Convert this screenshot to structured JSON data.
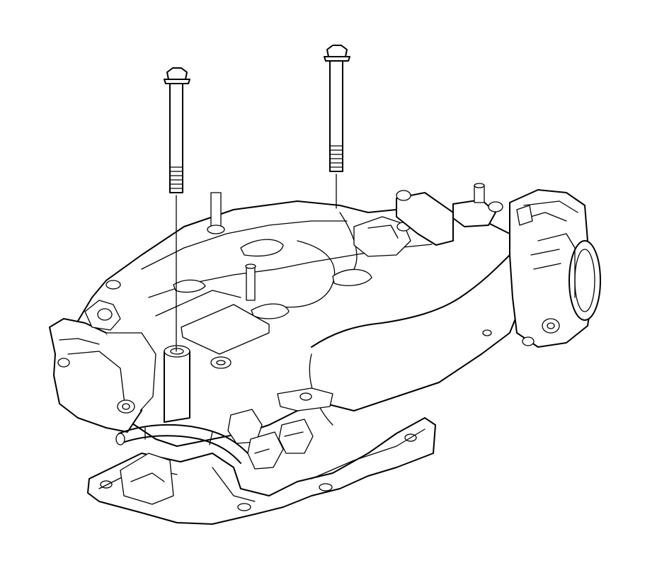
{
  "diagram": {
    "subject": "intake-manifest-bolt-installation",
    "parts": [
      "bolt-left",
      "bolt-right",
      "upper-intake-manifest",
      "throttle-body",
      "lower-manifest-flange"
    ]
  }
}
